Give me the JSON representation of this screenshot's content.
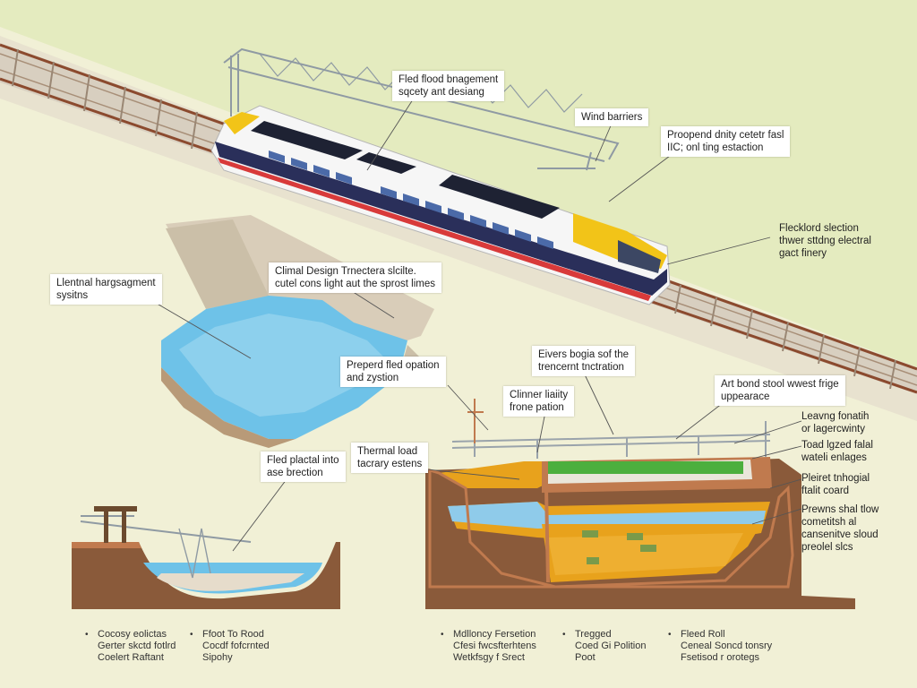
{
  "colors": {
    "background": "#f1f0d6",
    "grass": "#dfe8b8",
    "water": "#6ec2e8",
    "soil": "#8a5a3a",
    "insulation": "#e8a21c",
    "train_accent": "#f2c418",
    "train_navy": "#2a2f5a",
    "rail": "#8b4a2e"
  },
  "labels": {
    "flood_management": [
      "Fled flood bnagement",
      "sqcety ant desiang"
    ],
    "wind_barriers": [
      "Wind barriers"
    ],
    "proposed_coaches": [
      "Proopend dnity cetetr fasl",
      "IIC; onl ting estaction"
    ],
    "flexibord_electrical": [
      "Flecklord slection",
      "thwer sttdng electral",
      "gact finery"
    ],
    "internal_management": [
      "Llentnal hargsagment",
      "sysitns"
    ],
    "climate_design": [
      "Climal Design Trnectera slcilte.",
      "cutel cons light aut the sprost limes"
    ],
    "prepared_flood": [
      "Preperd fled opation",
      "and zystion"
    ],
    "rivers_bogie": [
      "Eivers bogia sof the",
      "trencernt tnctration"
    ],
    "art_bond": [
      "Art bond stool wwest frige",
      "uppearace"
    ],
    "clinner_liability": [
      "Clinner liaiity",
      "frone pation"
    ],
    "flood_data": [
      "Fled plactal into",
      "ase brection"
    ],
    "thermal_load": [
      "Thermal load",
      "tacrary estens"
    ]
  },
  "side_notes": {
    "leaving_foundation": [
      "Leavng fonatih",
      "or lagercwinty"
    ],
    "total_lagged": [
      "Toad lgzed falal",
      "wateli enlages"
    ],
    "project_hydro": [
      "Pleiret tnhogial",
      "ftalit coard"
    ],
    "provide_flow": [
      "Prewns shal tlow",
      "cometitsh al",
      "cansenitve sloud",
      "preolel slcs"
    ]
  },
  "legend": {
    "col1": [
      "Cocosy eolictas",
      "Gerter skctd fotlrd",
      "Coelert Raftant"
    ],
    "col2": [
      "Ffoot To Rood",
      "Cocdf fofcrnted",
      "Sipohy"
    ],
    "col3": [
      "Mdlloncy Fersetion",
      "Cfesi fwcsfterhtens",
      "Wetkfsgy f Srect"
    ],
    "col4": [
      "Tregged",
      "Coed Gi Polition",
      "Poot"
    ],
    "col5": [
      "Fleed Roll",
      "Ceneal Soncd tonsry",
      "Fsetisod r orotegs"
    ]
  }
}
